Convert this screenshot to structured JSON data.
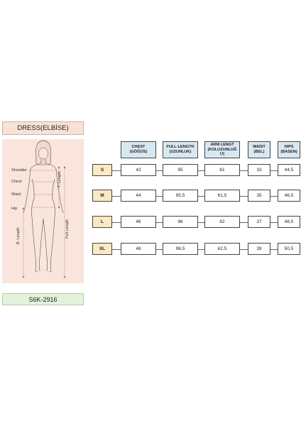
{
  "product": {
    "title": "DRESS(ELBİSE)",
    "code": "S6K-2916"
  },
  "figure": {
    "labels": {
      "shoulder": "Shoulder",
      "chest": "Chest",
      "waist": "Waist",
      "hip": "Hip",
      "t_length": "T. Length",
      "b_length": "B. Length",
      "full_length": "Full Length"
    }
  },
  "table": {
    "headers": [
      "CHEST\n(GÖĞÜS)",
      "FULL-LENGTH\n(UZUNLUK)",
      "ARM LENGT\n(KOLUZUNLUĞ\nU)",
      "WAİST\n(BEL)",
      "HIPS\n(BASEN)"
    ],
    "rows": [
      {
        "size": "S",
        "values": [
          "42",
          "95",
          "61",
          "33",
          "44,5"
        ]
      },
      {
        "size": "M",
        "values": [
          "44",
          "95,5",
          "61,5",
          "35",
          "46,5"
        ]
      },
      {
        "size": "L",
        "values": [
          "46",
          "96",
          "62",
          "37",
          "48,5"
        ]
      },
      {
        "size": "XL",
        "values": [
          "48",
          "96,5",
          "62,5",
          "39",
          "50,5"
        ]
      }
    ]
  },
  "colors": {
    "title_bg": "#f9e1d6",
    "figure_bg": "#f9e5dc",
    "code_bg": "#e3f2da",
    "header_bg": "#d8e8f3",
    "size_bg": "#fbe9c4"
  }
}
